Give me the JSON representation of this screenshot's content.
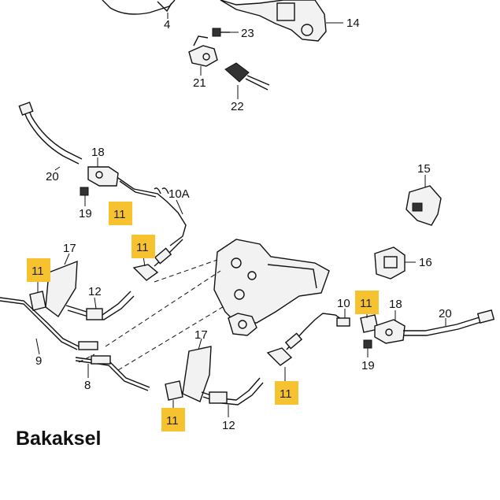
{
  "caption": "Bakaksel",
  "highlight_color": "#f6c230",
  "callouts": {
    "c4": "4",
    "c14": "14",
    "c23": "23",
    "c21": "21",
    "c22": "22",
    "c18a": "18",
    "c20a": "20",
    "c19a": "19",
    "c10Aa": "10A",
    "c15": "15",
    "c16": "16",
    "c17a": "17",
    "c12a": "12",
    "c9": "9",
    "c8": "8",
    "c17b": "17",
    "c12b": "12",
    "c10": "10",
    "c18b": "18",
    "c20b": "20",
    "c19b": "19"
  },
  "highlighted_callouts": {
    "h1": "11",
    "h2": "11",
    "h3": "11",
    "h4": "11",
    "h5": "11",
    "h6": "11"
  }
}
